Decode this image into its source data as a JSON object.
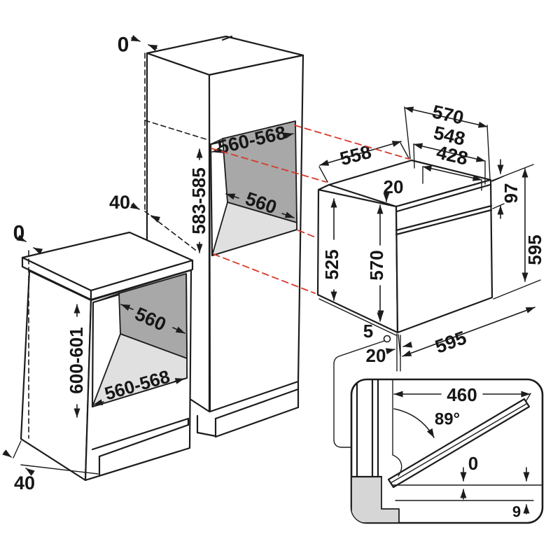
{
  "colors": {
    "line": "#1c1c1c",
    "red_projection": "#d93829",
    "niche_back_panel": "#a8a8a8",
    "niche_floor": "#e0e0e0",
    "detail_gray": "#d6d6d6",
    "background": "#ffffff"
  },
  "column_cabinet": {
    "top_gap_label": "0",
    "rear_gap_label": "40",
    "niche_width_label": "560-568",
    "niche_height_label": "583-585",
    "niche_back_width_label": "560"
  },
  "base_cabinet": {
    "top_gap_label": "0",
    "niche_back_width_label": "560",
    "niche_height_label": "600-601",
    "niche_width_label": "560-568",
    "plinth_recess_label": "40"
  },
  "oven": {
    "overall_width_label": "570",
    "body_width_label": "548",
    "front_inner_width_label": "428",
    "top_depth_label": "558",
    "top_front_offset_label": "20",
    "control_panel_height_label": "97",
    "rear_height_label": "525",
    "front_body_height_label": "570",
    "side_height_label": "595",
    "door_bottom_gap_label": "5",
    "front_overhang_label": "20",
    "front_width_label": "595"
  },
  "door_detail": {
    "door_length_label": "460",
    "opening_angle_label": "89°",
    "zero_gap_label": "0",
    "bottom_clearance_label": "9"
  }
}
